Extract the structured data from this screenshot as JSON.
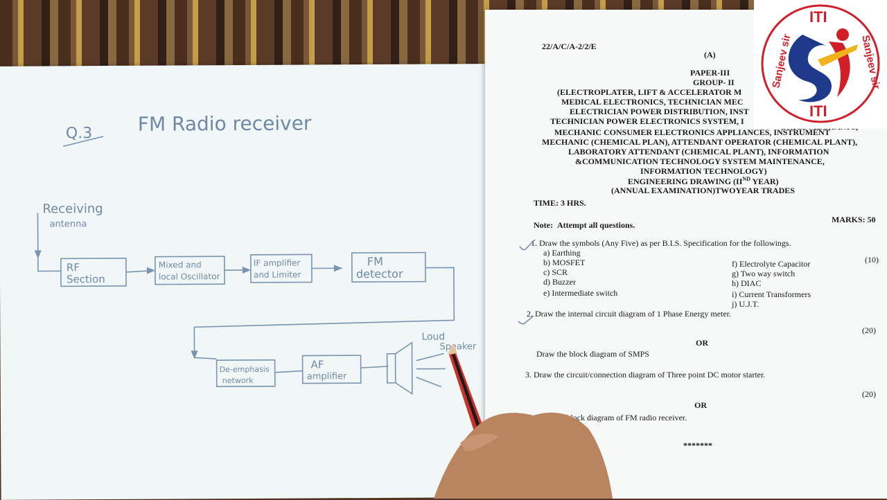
{
  "drawing": {
    "question_no": "Q.3",
    "title": "FM Radio receiver",
    "antenna_label_1": "Receiving",
    "antenna_label_2": "antenna",
    "blocks": [
      {
        "line1": "RF",
        "line2": "Section"
      },
      {
        "line1": "Mixed and",
        "line2": "local Oscillator"
      },
      {
        "line1": "IF amplifier",
        "line2": "and Limiter"
      },
      {
        "line1": "FM",
        "line2": "detector"
      },
      {
        "line1": "De-emphasis",
        "line2": "network"
      },
      {
        "line1": "AF",
        "line2": "amplifier"
      }
    ],
    "speaker_label_1": "Loud",
    "speaker_label_2": "Speaker"
  },
  "paper": {
    "code": "22/A/C/A-2/2/E",
    "set": "(A)",
    "paper": "PAPER-III",
    "group": "GROUP- II",
    "trades": [
      "(ELECTROPLATER, LIFT & ACCELERATOR M",
      "MEDICAL ELECTRONICS, TECHNICIAN MEC",
      "ELECTRICIAN POWER DISTRIBUTION, INST",
      "TECHNICIAN POWER ELECTRONICS SYSTEM, I",
      "MECHANIC CONSUMER ELECTRONICS APPLIANCES, INSTRUMENT",
      "MECHANIC (CHEMICAL PLAN), ATTENDANT OPERATOR (CHEMICAL PLANT),",
      "LABORATORY ATTENDANT (CHEMICAL PLANT), INFORMATION",
      "&COMMUNICATION TECHNOLOGY SYSTEM MAINTENANCE,",
      "INFORMATION TECHNOLOGY)",
      "ENGINEERING DRAWING (II",
      "(ANNUAL EXAMINATION)TWOYEAR TRADES"
    ],
    "year_sup": "ND",
    "year_tail": " YEAR)",
    "trade_fragment": "ONICS MECHANIC,",
    "time": "TIME: 3 HRS.",
    "marks": "MARKS: 50",
    "note_label": "Note:",
    "note_text": "Attempt all questions.",
    "q1": "1. Draw the symbols (Any Five) as per B.I.S. Specification for the followings.",
    "q1_marks": "(10)",
    "q1_items_left": [
      "a)   Earthing",
      "b)   MOSFET",
      "c)   SCR",
      "d)   Buzzer",
      "e)   Intermediate switch"
    ],
    "q1_items_right": [
      "f)   Electrolyte Capacitor",
      "g)   Two way switch",
      "h)   DIAC",
      "i)    Current Transformers",
      "j)    U.J.T."
    ],
    "q2": "2. Draw the internal circuit diagram of 1 Phase Energy meter.",
    "q2_marks": "(20)",
    "or1": "OR",
    "q2_alt": "Draw the block diagram of SMPS",
    "q3": "3. Draw the circuit/connection diagram of Three point DC motor starter.",
    "q3_marks": "(20)",
    "or2": "OR",
    "q3_alt": "Draw the block diagram of FM radio receiver.",
    "end": "*******"
  },
  "logo": {
    "top_text": "ITI",
    "bottom_text": "ITI",
    "left_text": "Sanjeev sir",
    "right_text": "Sanjeev sir",
    "ring_color": "#d11f2a",
    "blue_color": "#1f3a8a",
    "yellow_color": "#f2b21c"
  }
}
